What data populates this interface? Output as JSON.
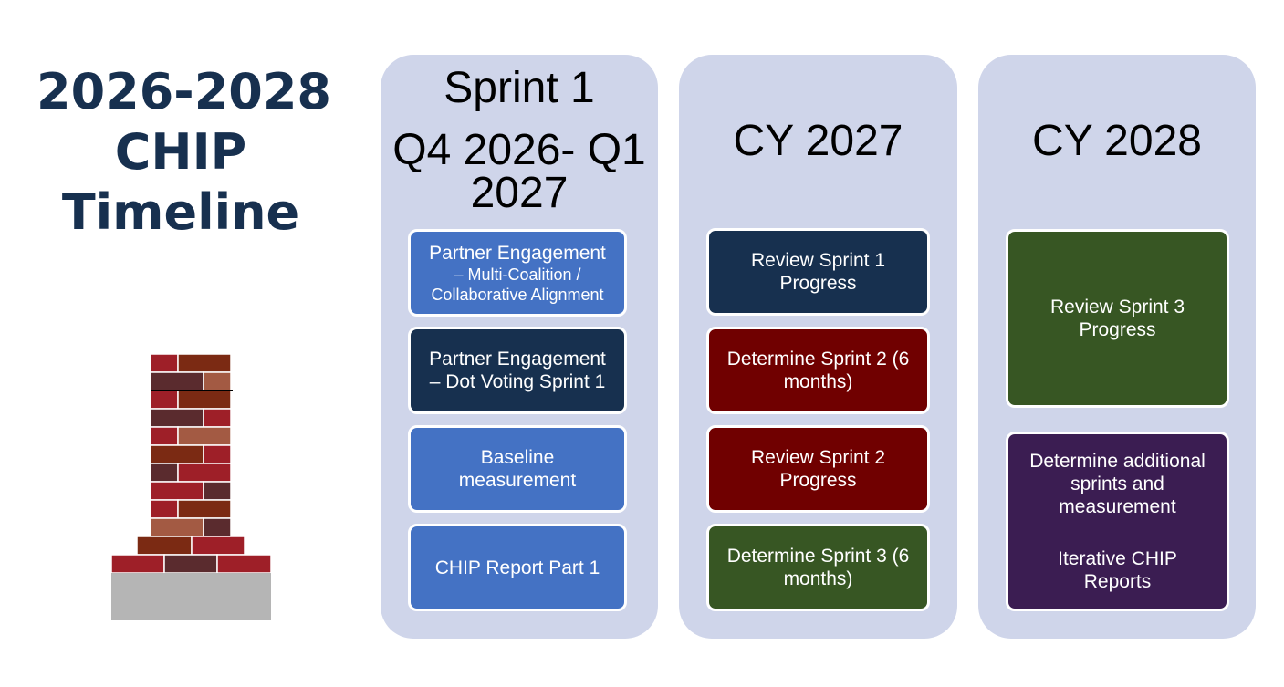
{
  "title": {
    "line1": "2026-2028",
    "line2": "CHIP",
    "line3": "Timeline"
  },
  "columns": [
    {
      "heading_lines": [
        "Sprint 1",
        "Q4 2026- Q1",
        "2027"
      ],
      "cards": [
        {
          "line1": "Partner Engagement",
          "line2": "– Multi-Coalition /",
          "line3": "Collaborative Alignment",
          "color": "#4472c4"
        },
        {
          "line1": "Partner Engagement",
          "line2": "– Dot Voting Sprint 1",
          "color": "#17304f"
        },
        {
          "line1": "Baseline",
          "line2": "measurement",
          "color": "#4472c4"
        },
        {
          "line1": "CHIP Report Part 1",
          "color": "#4472c4"
        }
      ]
    },
    {
      "heading": "CY 2027",
      "cards": [
        {
          "line1": "Review Sprint 1",
          "line2": "Progress",
          "color": "#17304f"
        },
        {
          "line1": "Determine Sprint 2 (6",
          "line2": "months)",
          "color": "#700000"
        },
        {
          "line1": "Review Sprint 2",
          "line2": "Progress",
          "color": "#700000"
        },
        {
          "line1": "Determine Sprint 3 (6",
          "line2": "months)",
          "color": "#375623"
        }
      ]
    },
    {
      "heading": "CY 2028",
      "cards": [
        {
          "line1": "Review Sprint 3",
          "line2": "Progress",
          "color": "#375623"
        },
        {
          "line1": "Determine additional",
          "line2": "sprints and",
          "line3": "measurement",
          "line4": "Iterative CHIP",
          "line5": "Reports",
          "color": "#3b1d52"
        }
      ]
    }
  ]
}
